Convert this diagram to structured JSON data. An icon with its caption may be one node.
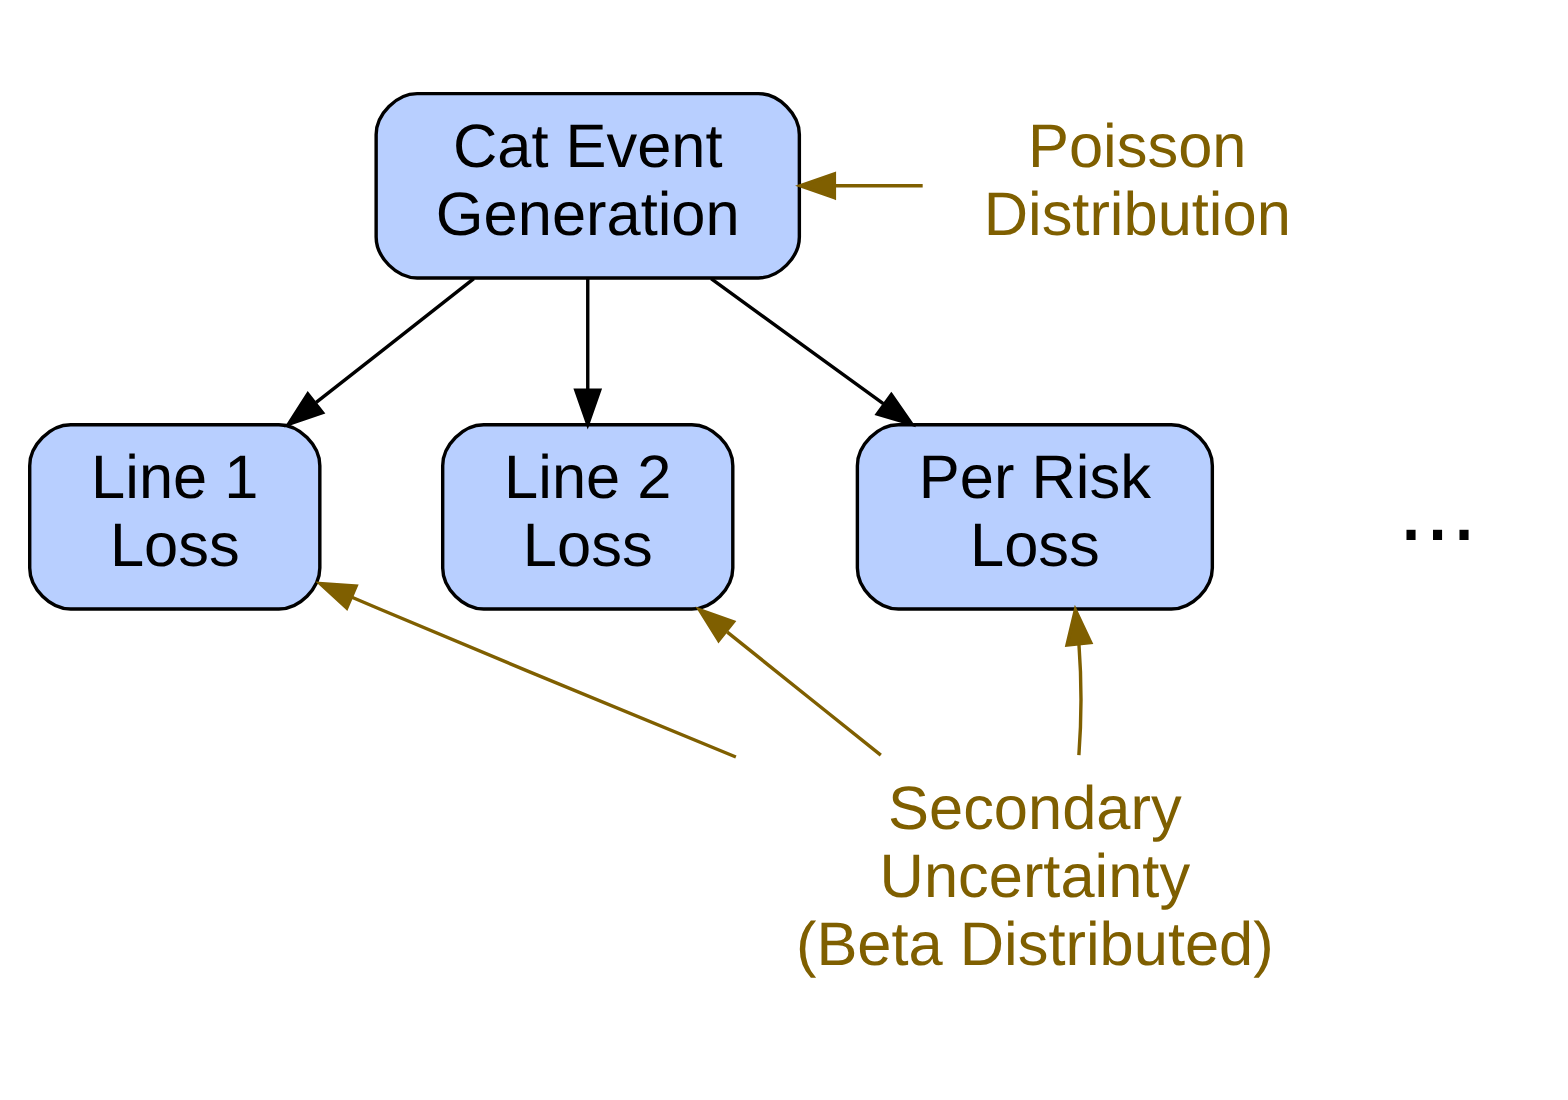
{
  "diagram": {
    "nodes": [
      {
        "text": [
          "Cat Event Generation"
        ]
      },
      {
        "text": [
          "Line 1 Loss"
        ]
      },
      {
        "text": [
          "Line 2 Loss"
        ]
      },
      {
        "text": [
          "Per Risk Loss"
        ]
      },
      {
        "text": [
          "Poisson Distribution"
        ]
      },
      {
        "text": [
          "Secondary Uncertainty (Beta Distributed)"
        ]
      }
    ],
    "edges": [
      {
        "from": 0,
        "to": 1,
        "arrow": "to",
        "color": "#000000"
      },
      {
        "from": 0,
        "to": 2,
        "arrow": "to",
        "color": "#000000"
      },
      {
        "from": 0,
        "to": 3,
        "arrow": "to",
        "color": "#000000"
      },
      {
        "from": 4,
        "to": 0,
        "arrow": "to"
      },
      {
        "from": 5,
        "to": 3,
        "arrow": "to"
      },
      {
        "from": 5,
        "to": 1,
        "arrow": "to"
      },
      {
        "from": 5,
        "to": 2,
        "arrow": "to"
      }
    ],
    "labels": [
      "..."
    ]
  }
}
